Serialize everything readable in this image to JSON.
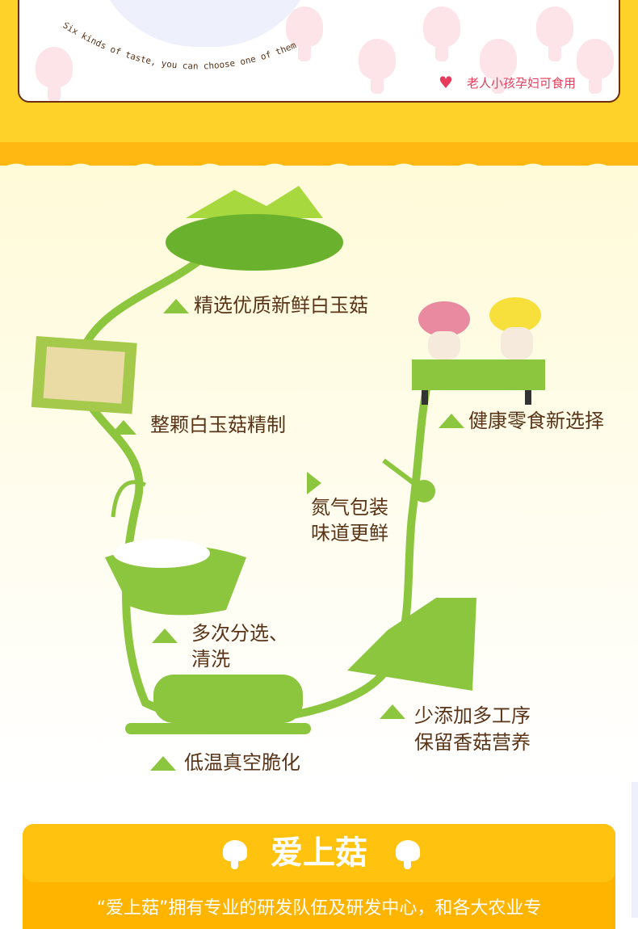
{
  "banner": {
    "tagline": "Six kinds of taste, you can  choose one of them",
    "suitable_for": "老人小孩孕妇可食用",
    "icon": "heart-icon"
  },
  "process": {
    "steps": [
      {
        "label": "精选优质新鲜白玉菇"
      },
      {
        "label": "整颗白玉菇精制"
      },
      {
        "label": "多次分选、",
        "label2": "清洗"
      },
      {
        "label": "低温真空脆化"
      },
      {
        "label": "少添加多工序",
        "label2": "保留香菇营养"
      },
      {
        "label": "氮气包装",
        "label2": "味道更鲜"
      },
      {
        "label": "健康零食新选择"
      }
    ]
  },
  "brand": {
    "title": "爱上菇",
    "description": "“爱上菇”拥有专业的研发队伍及研发中心，和各大农业专"
  },
  "colors": {
    "yellow": "#ffd22a",
    "orange": "#ffb400",
    "green": "#8cc63f",
    "brown": "#5a3418",
    "pink": "#e83a5a"
  }
}
